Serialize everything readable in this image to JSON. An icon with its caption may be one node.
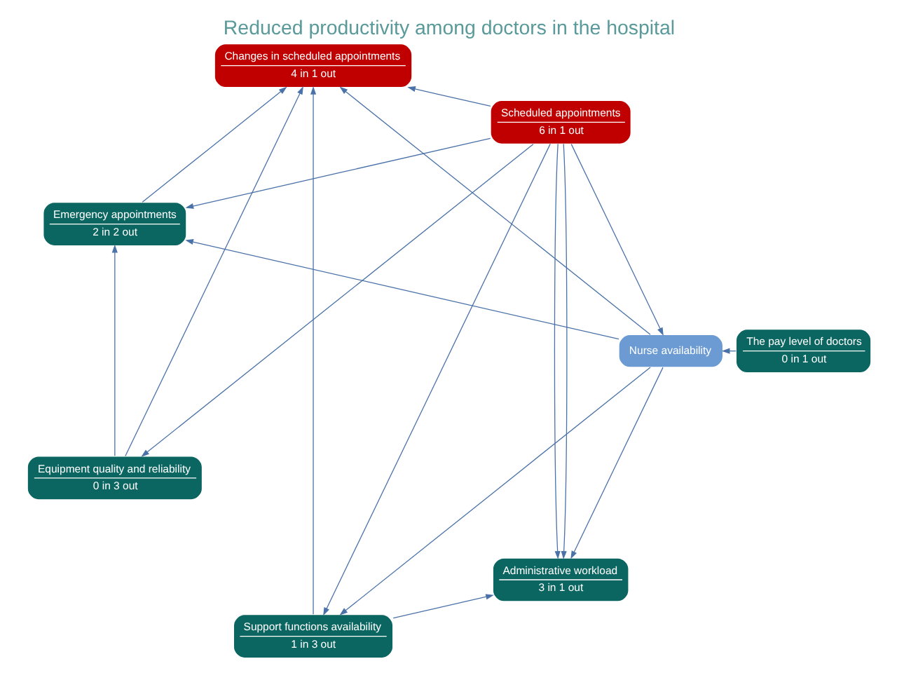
{
  "diagram": {
    "title": "Reduced productivity among doctors in the hospital",
    "nodes": [
      {
        "text": [
          "Scheduled appointments",
          "6 in 1 out"
        ]
      },
      {
        "text": [
          "The pay level of doctors",
          "0 in 1 out"
        ]
      },
      {
        "text": [
          "Emergency appointments",
          "2 in 2 out"
        ]
      },
      {
        "text": [
          "Equipment quality and reliability",
          "0 in 3 out"
        ]
      },
      {
        "text": [
          "Administrative workload",
          "3 in 1 out"
        ]
      },
      {
        "text": [
          "Support functions availability",
          "1 in 3 out"
        ]
      },
      {
        "text": [
          "Changes in scheduled appointments",
          "4 in 1 out"
        ]
      },
      {
        "text": [
          "Nurse availability"
        ]
      }
    ],
    "edges": [
      {
        "from": 0,
        "to": 2,
        "arrow": "to"
      },
      {
        "from": 0,
        "to": 3,
        "arrow": "to"
      },
      {
        "from": 0,
        "to": 5,
        "arrow": "to"
      },
      {
        "from": 0,
        "to": 7,
        "arrow": "to"
      },
      {
        "from": 0,
        "to": 6,
        "arrow": "to"
      },
      {
        "from": 0,
        "to": 4,
        "arrow": "to"
      },
      {
        "from": 0,
        "to": 4,
        "arrow": "to"
      },
      {
        "from": 1,
        "to": 7,
        "arrow": "to"
      },
      {
        "from": 3,
        "to": 2,
        "arrow": "to"
      },
      {
        "from": 3,
        "to": 6,
        "arrow": "to"
      },
      {
        "from": 5,
        "to": 4,
        "arrow": "to"
      },
      {
        "from": 5,
        "to": 6,
        "arrow": "to"
      },
      {
        "from": 7,
        "to": 4,
        "arrow": "to"
      },
      {
        "from": 7,
        "to": 2,
        "arrow": "to"
      },
      {
        "from": 7,
        "to": 5,
        "arrow": "to"
      },
      {
        "from": 7,
        "to": 6,
        "arrow": "to"
      },
      {
        "from": 2,
        "to": 6,
        "arrow": "to"
      }
    ]
  }
}
